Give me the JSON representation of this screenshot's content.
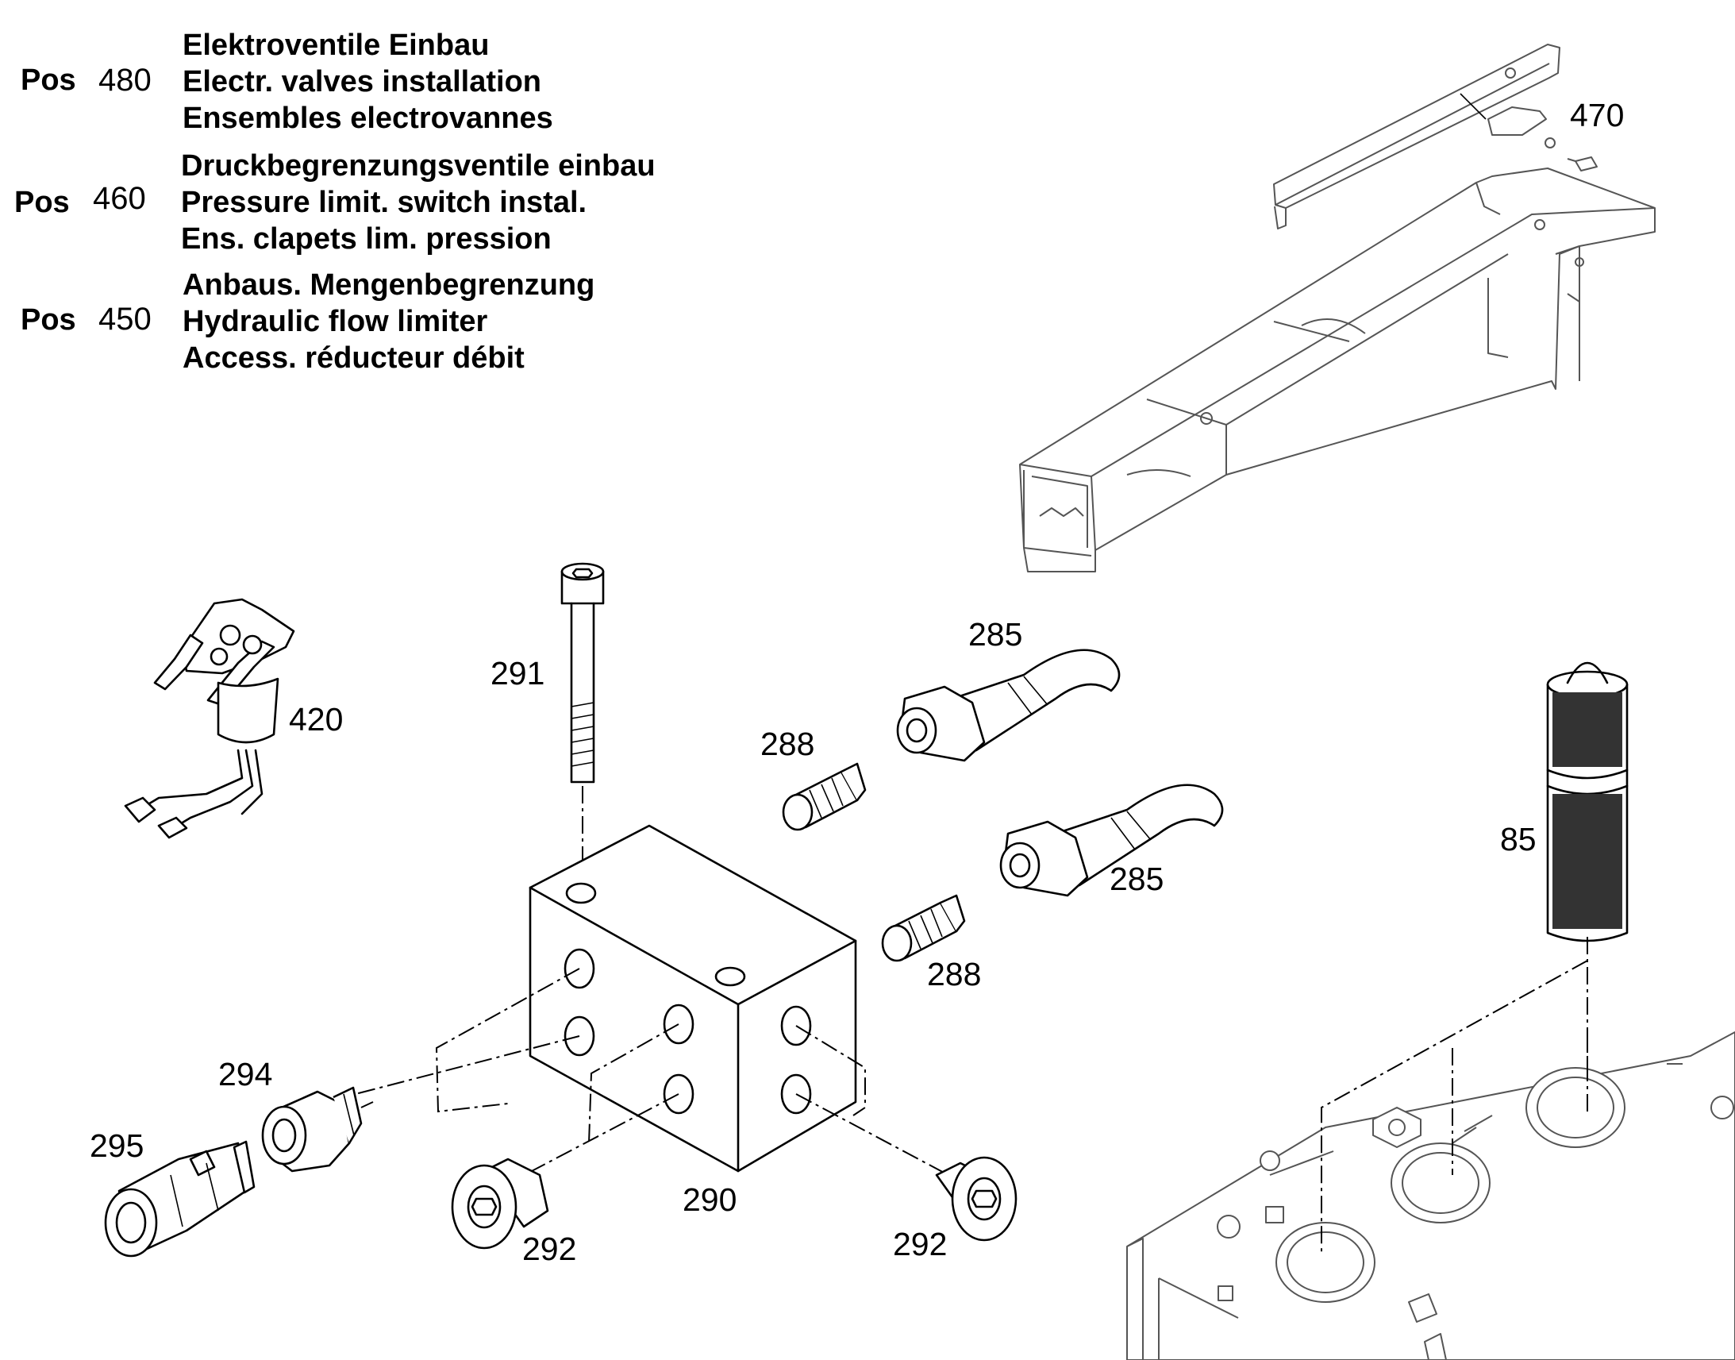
{
  "legend": [
    {
      "pos_label": "Pos",
      "pos_number": "480",
      "lines": [
        "Elektroventile Einbau",
        "Electr. valves installation",
        "Ensembles electrovannes"
      ]
    },
    {
      "pos_label": "Pos",
      "pos_number": "460",
      "lines": [
        "Druckbegrenzungsventile einbau",
        "Pressure limit. switch instal.",
        "Ens. clapets lim. pression"
      ]
    },
    {
      "pos_label": "Pos",
      "pos_number": "450",
      "lines": [
        "Anbaus. Mengenbegrenzung",
        "Hydraulic flow limiter",
        "Access. réducteur débit"
      ]
    }
  ],
  "callouts": {
    "p470": "470",
    "p291": "291",
    "p285a": "285",
    "p285b": "285",
    "p420": "420",
    "p288a": "288",
    "p288b": "288",
    "p85": "85",
    "p294": "294",
    "p295": "295",
    "p290": "290",
    "p292a": "292",
    "p292b": "292"
  }
}
